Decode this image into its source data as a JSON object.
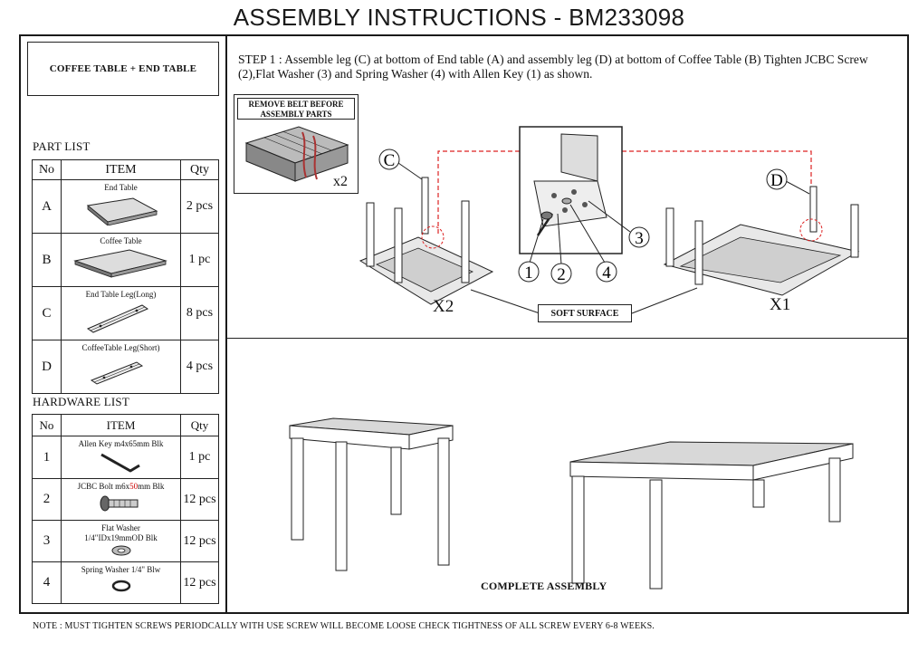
{
  "title": "ASSEMBLY INSTRUCTIONS - BM233098",
  "header": "COFFEE TABLE + END TABLE",
  "part_list": {
    "label": "PART LIST",
    "columns": [
      "No",
      "ITEM",
      "Qty"
    ],
    "rows": [
      {
        "no": "A",
        "item": "End Table",
        "qty": "2 pcs"
      },
      {
        "no": "B",
        "item": "Coffee Table",
        "qty": "1 pc"
      },
      {
        "no": "C",
        "item": "End Table Leg(Long)",
        "qty": "8 pcs"
      },
      {
        "no": "D",
        "item": "CoffeeTable Leg(Short)",
        "qty": "4 pcs"
      }
    ]
  },
  "hardware_list": {
    "label": "HARDWARE LIST",
    "columns": [
      "No",
      "ITEM",
      "Qty"
    ],
    "rows": [
      {
        "no": "1",
        "item": "Allen Key m4x65mm Blk",
        "qty": "1 pc"
      },
      {
        "no": "2",
        "item_pre": "JCBC Bolt m6x",
        "item_red": "50",
        "item_post": "mm Blk",
        "qty": "12 pcs"
      },
      {
        "no": "3",
        "item_line1": "Flat Washer",
        "item_line2": "1/4\"IDx19mmOD Blk",
        "qty": "12 pcs"
      },
      {
        "no": "4",
        "item": "Spring Washer 1/4\" Blw",
        "qty": "12 pcs"
      }
    ]
  },
  "step1": {
    "text": "STEP 1 : Assemble leg (C) at bottom of End table (A)  and assembly leg (D) at bottom of Coffee Table (B) Tighten JCBC Screw (2),Flat Washer (3) and Spring Washer (4) with Allen Key (1) as shown.",
    "warning": "REMOVE BELT BEFORE ASSEMBLY PARTS",
    "warning_qty": "x2",
    "soft_surface": "SOFT SURFACE",
    "label_x2": "X2",
    "label_x1": "X1",
    "callout_c": "C",
    "callout_d": "D",
    "callout_1": "1",
    "callout_2": "2",
    "callout_3": "3",
    "callout_4": "4"
  },
  "complete_assembly": "COMPLETE ASSEMBLY",
  "note": "NOTE : MUST TIGHTEN SCREWS PERIODCALLY WITH USE SCREW WILL BECOME LOOSE CHECK TIGHTNESS OF ALL SCREW EVERY 6-8 WEEKS."
}
